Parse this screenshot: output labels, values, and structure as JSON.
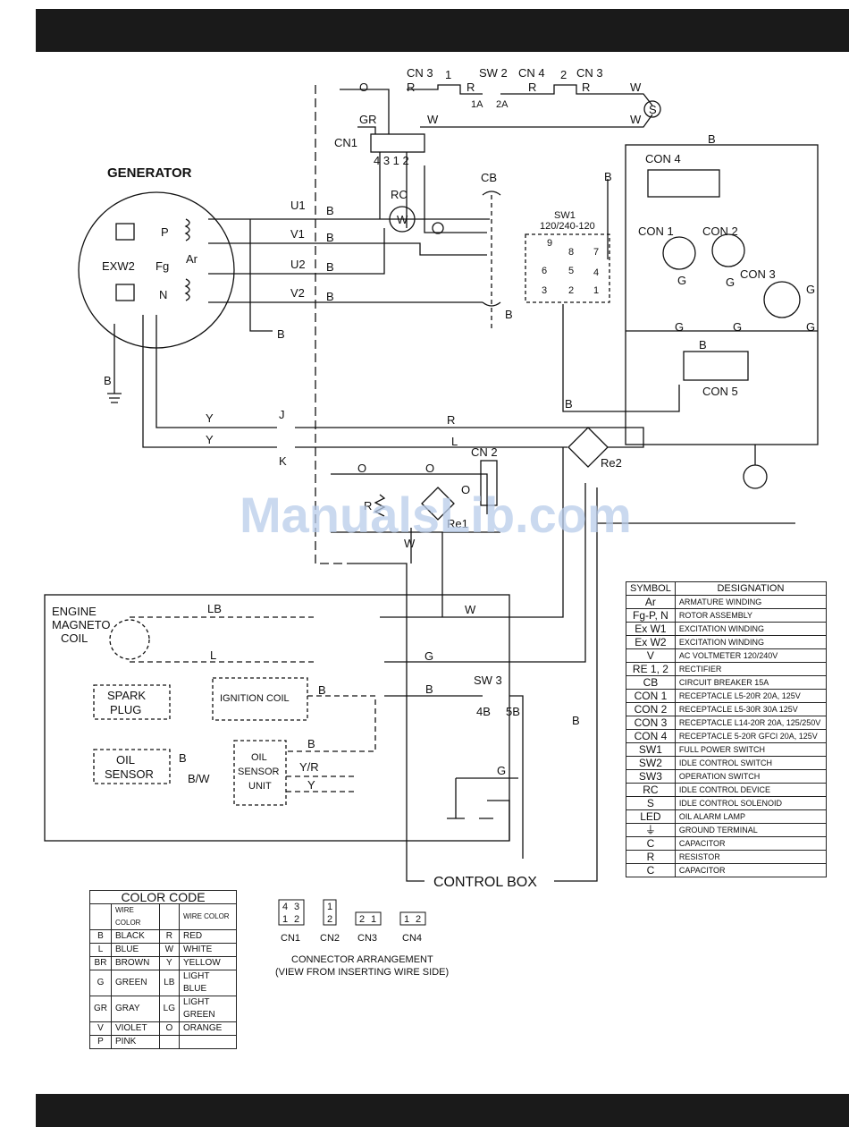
{
  "labels": {
    "generator": "GENERATOR",
    "gen_p": "P",
    "gen_n": "N",
    "gen_fg": "Fg",
    "gen_ar": "Ar",
    "gen_exw2": "EXW2",
    "u1": "U1",
    "v1": "V1",
    "u2": "U2",
    "v2": "V2",
    "cn3_top_left": "CN 3",
    "cn3_top_right": "CN 3",
    "cn4": "CN 4",
    "sw2": "SW 2",
    "cn1": "CN1",
    "cn1_pins": "4 3 1 2",
    "pin_1": "1",
    "pin_2": "2",
    "sw2_1a": "1A",
    "sw2_2a": "2A",
    "rc": "RC",
    "rc_w": "W",
    "cb": "CB",
    "sw1": "SW1",
    "sw1_mode": "120/240-120",
    "con1": "CON 1",
    "con2": "CON 2",
    "con3": "CON 3",
    "con4": "CON 4",
    "con5": "CON 5",
    "cn2": "CN 2",
    "re2": "Re2",
    "re1": "Re1",
    "engine_magneto": "ENGINE\nMAGNETO\nCOIL",
    "engine_line1": "ENGINE",
    "engine_line2": "MAGNETO",
    "engine_line3": "COIL",
    "spark_plug_1": "SPARK",
    "spark_plug_2": "PLUG",
    "ignition_coil": "IGNITION COIL",
    "oil_sensor_1": "OIL",
    "oil_sensor_2": "SENSOR",
    "oil_unit_1": "OIL",
    "oil_unit_2": "SENSOR",
    "oil_unit_3": "UNIT",
    "sw3": "SW 3",
    "sw3_4b": "4B",
    "sw3_5b": "5B",
    "control_box": "CONTROL BOX",
    "connector_arrangement_1": "CONNECTOR ARRANGEMENT",
    "connector_arrangement_2": "(VIEW FROM INSERTING WIRE SIDE)",
    "cn1_small": "CN1",
    "cn2_small": "CN2",
    "cn3_small": "CN3",
    "cn4_small": "CN4",
    "watermark": "ManualsLib.com"
  },
  "wires": {
    "O": "O",
    "R": "R",
    "W": "W",
    "GR": "GR",
    "B": "B",
    "G": "G",
    "Y": "Y",
    "L": "L",
    "J": "J",
    "K": "K",
    "LB": "LB",
    "YR": "Y/R",
    "BW": "B/W",
    "S": "S"
  },
  "switch_numbers": [
    "9",
    "8",
    "7",
    "6",
    "5",
    "4",
    "3",
    "2",
    "1"
  ],
  "symbol_table": {
    "header_symbol": "SYMBOL",
    "header_designation": "DESIGNATION",
    "rows": [
      {
        "symbol": "Ar",
        "designation": "ARMATURE WINDING"
      },
      {
        "symbol": "Fg-P, N",
        "designation": "ROTOR ASSEMBLY"
      },
      {
        "symbol": "Ex W1",
        "designation": "EXCITATION WINDING"
      },
      {
        "symbol": "Ex W2",
        "designation": "EXCITATION WINDING"
      },
      {
        "symbol": "V",
        "designation": "AC VOLTMETER  120/240V"
      },
      {
        "symbol": "RE 1, 2",
        "designation": "RECTIFIER"
      },
      {
        "symbol": "CB",
        "designation": "CIRCUIT BREAKER  15A"
      },
      {
        "symbol": "CON 1",
        "designation": "RECEPTACLE  L5-20R  20A, 125V"
      },
      {
        "symbol": "CON 2",
        "designation": "RECEPTACLE  L5-30R 30A 125V"
      },
      {
        "symbol": "CON 3",
        "designation": "RECEPTACLE  L14-20R  20A, 125/250V"
      },
      {
        "symbol": "CON 4",
        "designation": "RECEPTACLE  5-20R GFCI 20A, 125V"
      },
      {
        "symbol": "SW1",
        "designation": "FULL POWER SWITCH"
      },
      {
        "symbol": "SW2",
        "designation": "IDLE CONTROL SWITCH"
      },
      {
        "symbol": "SW3",
        "designation": "OPERATION SWITCH"
      },
      {
        "symbol": "RC",
        "designation": "IDLE CONTROL DEVICE"
      },
      {
        "symbol": "S",
        "designation": "IDLE CONTROL SOLENOID"
      },
      {
        "symbol": "LED",
        "designation": "OIL ALARM LAMP"
      },
      {
        "symbol": "⏚",
        "designation": "GROUND TERMINAL"
      },
      {
        "symbol": "C",
        "designation": "CAPACITOR"
      },
      {
        "symbol": "R",
        "designation": "RESISTOR"
      },
      {
        "symbol": "C",
        "designation": "CAPACITOR"
      }
    ]
  },
  "color_code": {
    "title": "COLOR CODE",
    "header_wire_color": "WIRE COLOR",
    "rows": [
      {
        "a": "B",
        "a_name": "BLACK",
        "b": "R",
        "b_name": "RED"
      },
      {
        "a": "L",
        "a_name": "BLUE",
        "b": "W",
        "b_name": "WHITE"
      },
      {
        "a": "BR",
        "a_name": "BROWN",
        "b": "Y",
        "b_name": "YELLOW"
      },
      {
        "a": "G",
        "a_name": "GREEN",
        "b": "LB",
        "b_name": "LIGHT BLUE"
      },
      {
        "a": "GR",
        "a_name": "GRAY",
        "b": "LG",
        "b_name": "LIGHT GREEN"
      },
      {
        "a": "V",
        "a_name": "VIOLET",
        "b": "O",
        "b_name": "ORANGE"
      },
      {
        "a": "P",
        "a_name": "PINK",
        "b": "",
        "b_name": ""
      }
    ]
  },
  "connector_pins": {
    "cn1": [
      "4",
      "3",
      "1",
      "2"
    ],
    "cn2": [
      "1",
      "2"
    ],
    "cn3": [
      "2",
      "1"
    ],
    "cn4": [
      "1",
      "2"
    ]
  }
}
